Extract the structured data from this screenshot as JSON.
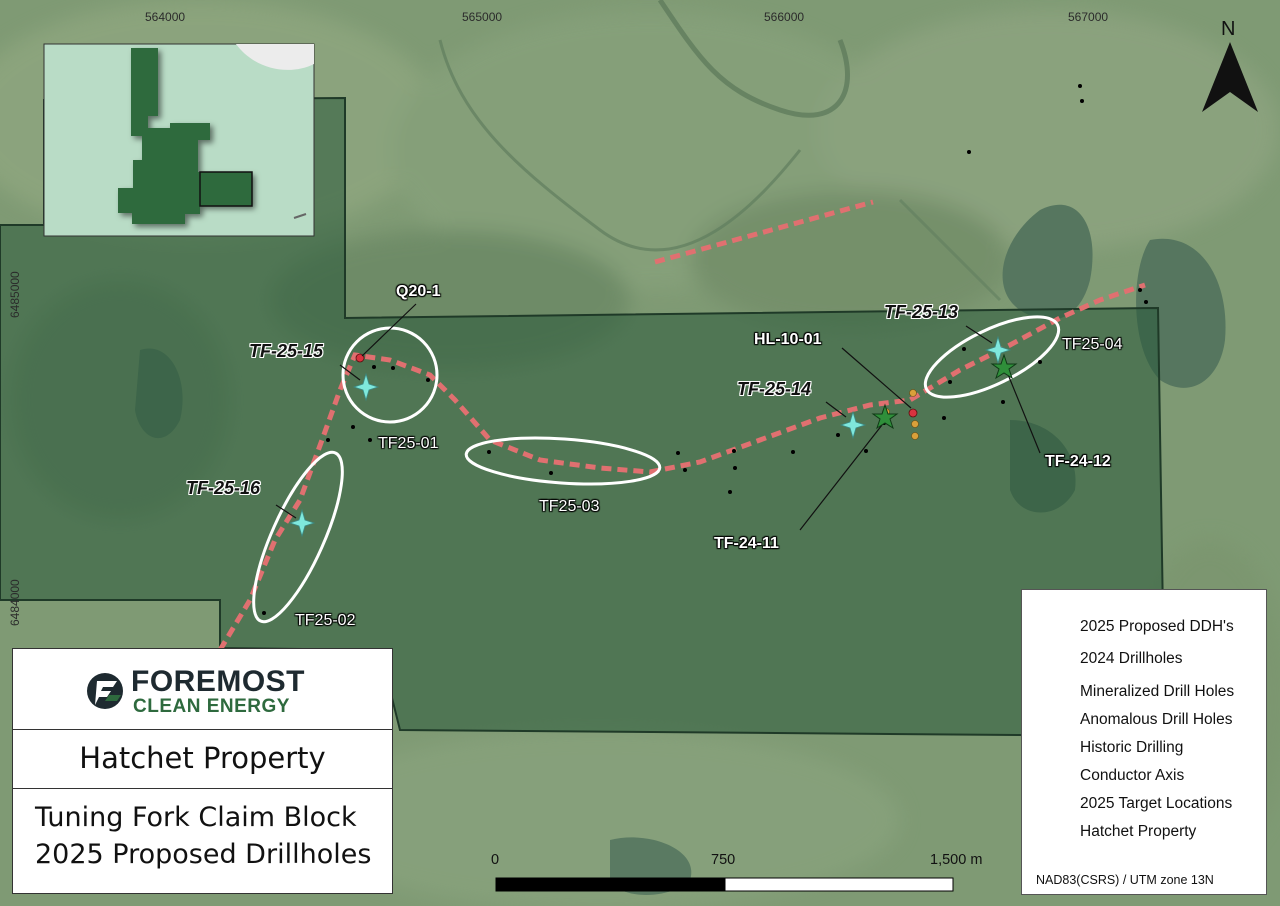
{
  "map": {
    "coords_top": [
      "564000",
      "565000",
      "566000",
      "567000"
    ],
    "coords_left": [
      "6485000",
      "6484000"
    ],
    "north_label": "N",
    "labels": {
      "q20_1": "Q20-1",
      "tf25_15": "TF-25-15",
      "tf25_01": "TF25-01",
      "tf25_16": "TF-25-16",
      "tf25_02": "TF25-02",
      "tf25_03": "TF25-03",
      "tf25_14": "TF-25-14",
      "hl10_01": "HL-10-01",
      "tf24_11": "TF-24-11",
      "tf25_13": "TF-25-13",
      "tf25_04": "TF25-04",
      "tf24_12": "TF-24-12"
    },
    "colors": {
      "proposed": "#7fe8dc",
      "drill_2024": "#2f8f3a",
      "mineralized": "#d9333f",
      "anomalous": "#d9a03a",
      "conductor": "#e07070",
      "property_fill": "#9fcfb0",
      "inset_property": "#2e6b3e"
    }
  },
  "title_box": {
    "logo_line1": "FOREMOST",
    "logo_line2": "CLEAN ENERGY",
    "property": "Hatchet Property",
    "subtitle_line1": "Tuning Fork Claim Block",
    "subtitle_line2": "2025 Proposed Drillholes"
  },
  "legend": {
    "items": [
      {
        "label": "2025 Proposed DDH's",
        "symbol": "star4-icon"
      },
      {
        "label": "2024 Drillholes",
        "symbol": "star5-icon"
      },
      {
        "label": "Mineralized Drill Holes",
        "symbol": "red-dot-icon"
      },
      {
        "label": "Anomalous Drill Holes",
        "symbol": "orange-dot-icon"
      },
      {
        "label": "Historic Drilling",
        "symbol": "black-dot-icon"
      },
      {
        "label": "Conductor Axis",
        "symbol": "dashed-line-icon"
      },
      {
        "label": "2025 Target Locations",
        "symbol": "blur-ellipse-icon"
      },
      {
        "label": "Hatchet Property",
        "symbol": "property-box-icon"
      }
    ]
  },
  "scale": {
    "labels": [
      "0",
      "750",
      "1,500 m"
    ]
  },
  "crs": "NAD83(CSRS) / UTM zone 13N"
}
